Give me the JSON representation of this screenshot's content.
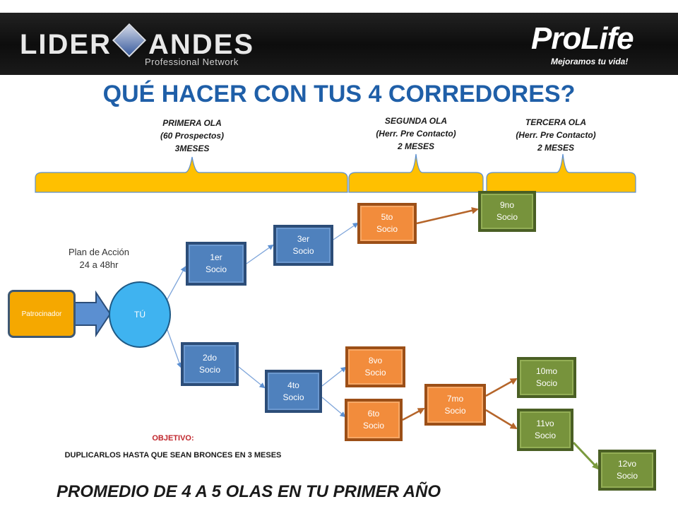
{
  "header": {
    "logo_left": "LIDER",
    "logo_left_b": "ANDES",
    "logo_left_sub": "Professional Network",
    "logo_right": "ProLife",
    "logo_right_sub": "Mejoramos tu vida!"
  },
  "title": "QUÉ HACER CON TUS 4 CORREDORES?",
  "waves": [
    {
      "lines": [
        "PRIMERA  OLA",
        "(60 Prospectos)",
        "3MESES"
      ]
    },
    {
      "lines": [
        "SEGUNDA  OLA",
        "(Herr. Pre Contacto)",
        "2 MESES"
      ]
    },
    {
      "lines": [
        "TERCERA  OLA",
        "(Herr. Pre Contacto)",
        "2 MESES"
      ]
    }
  ],
  "plan": {
    "line1": "Plan de Acción",
    "line2": "24 a 48hr"
  },
  "sponsor_label": "Patrocinador",
  "tu_label": "TÚ",
  "partners": {
    "p1": [
      "1er",
      "Socio"
    ],
    "p2": [
      "2do",
      "Socio"
    ],
    "p3": [
      "3er",
      "Socio"
    ],
    "p4": [
      "4to",
      "Socio"
    ],
    "p5": [
      "5to",
      "Socio"
    ],
    "p6": [
      "6to",
      "Socio"
    ],
    "p7": [
      "7mo",
      "Socio"
    ],
    "p8": [
      "8vo",
      "Socio"
    ],
    "p9": [
      "9no",
      "Socio"
    ],
    "p10": [
      "10mo",
      "Socio"
    ],
    "p11": [
      "11vo",
      "Socio"
    ],
    "p12": [
      "12vo",
      "Socio"
    ]
  },
  "objective": {
    "label": "OBJETIVO:",
    "text": "DUPLICARLOS HASTA QUE SEAN BRONCES EN 3 MESES"
  },
  "footer": "PROMEDIO DE 4 A 5 OLAS EN TU PRIMER AÑO",
  "colors": {
    "title": "#1f5fa8",
    "brace": "#ffc000",
    "blue": "#4f81bd",
    "orange": "#f28c3c",
    "green": "#77933c",
    "sponsor": "#f5a800",
    "tu": "#3fb3f0",
    "objective": "#c0262c"
  }
}
